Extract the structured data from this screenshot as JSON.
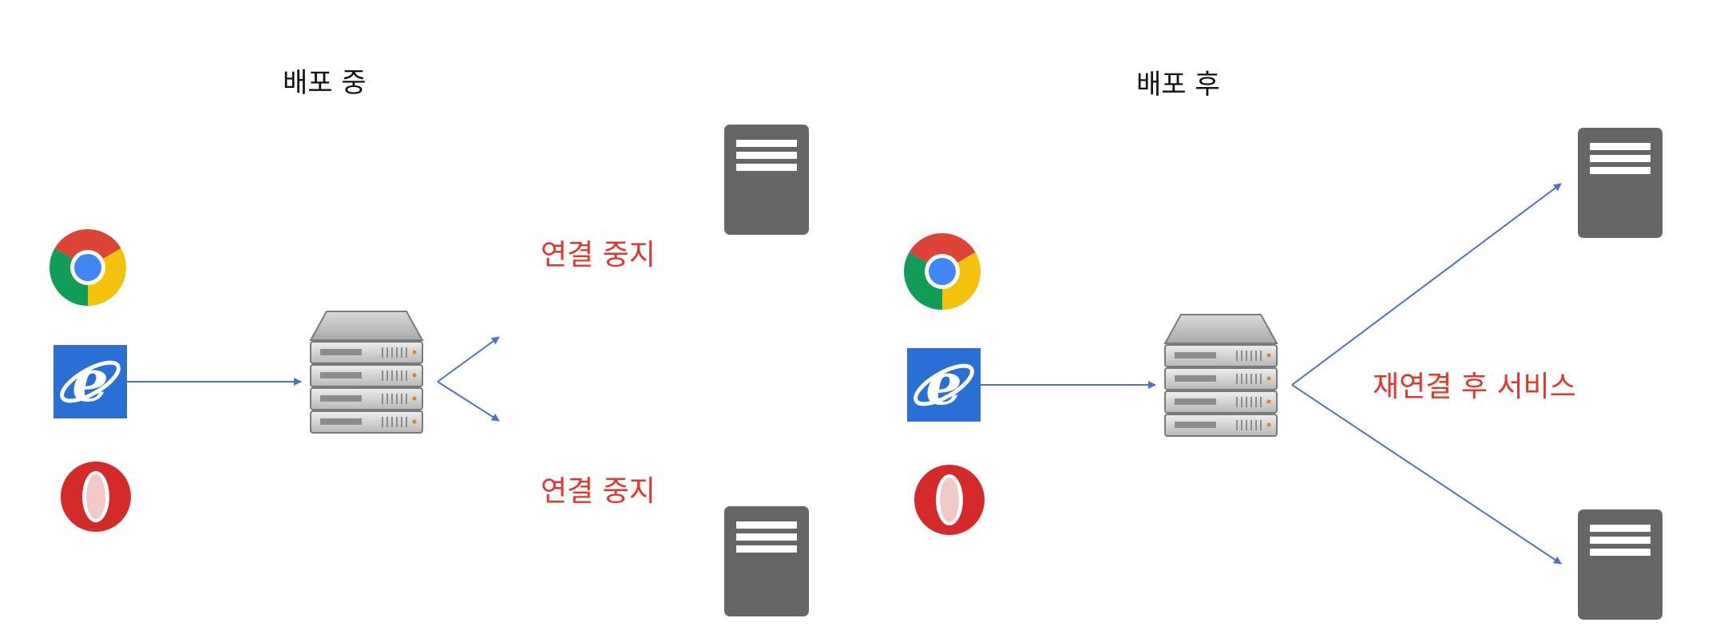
{
  "colors": {
    "accent_red": "#e8332a",
    "arrow_blue": "#4a73c4",
    "backend_gray": "#666666",
    "ie_blue": "#2a6fd6",
    "opera_red": "#d42a2a",
    "chrome_red": "#db4437",
    "chrome_yellow": "#f4c20d",
    "chrome_green": "#0f9d58",
    "chrome_blue": "#4285f4"
  },
  "panels": {
    "during": {
      "title": "배포 중",
      "top_label": "연결 중지",
      "bottom_label": "연결 중지"
    },
    "after": {
      "title": "배포 후",
      "label": "재연결 후 서비스"
    }
  },
  "icons": {
    "browsers": [
      "chrome-icon",
      "internet-explorer-icon",
      "opera-icon"
    ],
    "load_balancer": "server-rack-icon",
    "backend": "backend-server-icon"
  }
}
